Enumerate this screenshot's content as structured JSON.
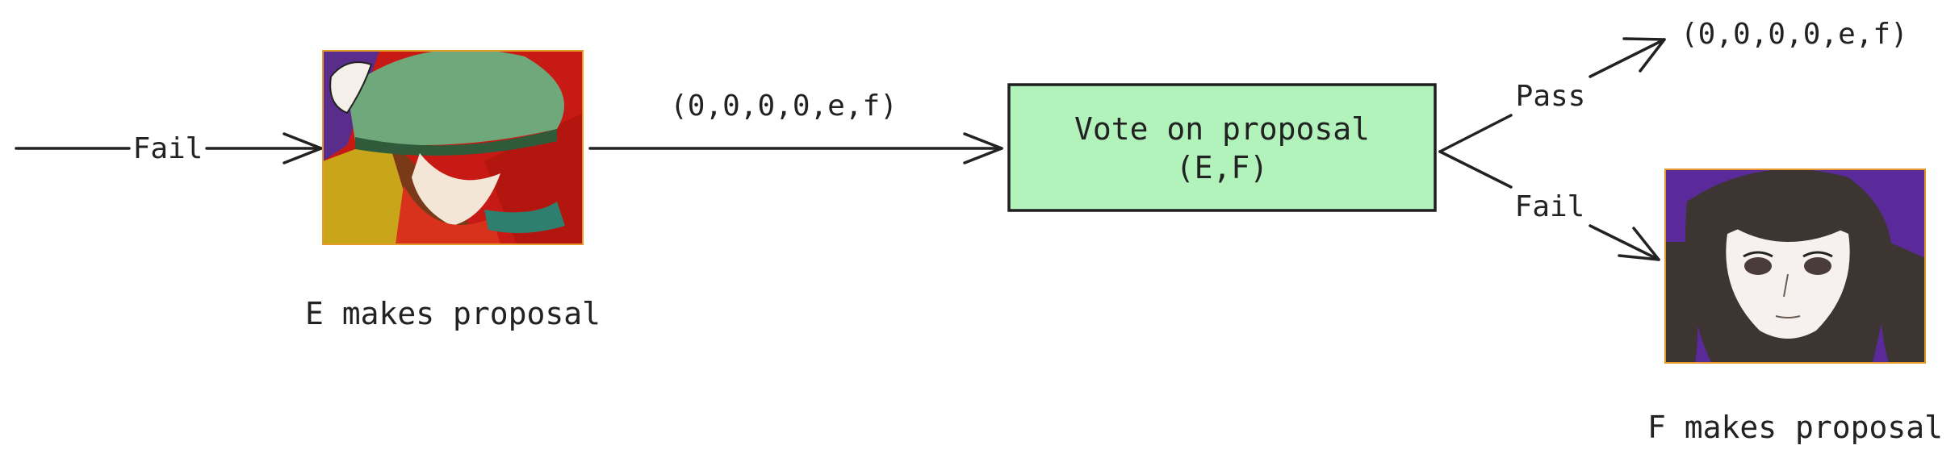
{
  "diagram": {
    "incoming_edge": {
      "label": "Fail"
    },
    "proposer_e": {
      "image": "character-portrait-red-hair-green-cap",
      "caption": "E makes proposal"
    },
    "proposal_edge": {
      "label": "(0,0,0,0,e,f)"
    },
    "vote_node": {
      "line1": "Vote on proposal",
      "line2": "(E,F)",
      "fill": "#b2f2bb"
    },
    "pass_edge": {
      "label": "Pass",
      "outcome": "(0,0,0,0,e,f)"
    },
    "fail_edge": {
      "label": "Fail"
    },
    "proposer_f": {
      "image": "character-portrait-dark-long-hair",
      "caption": "F makes proposal"
    }
  }
}
